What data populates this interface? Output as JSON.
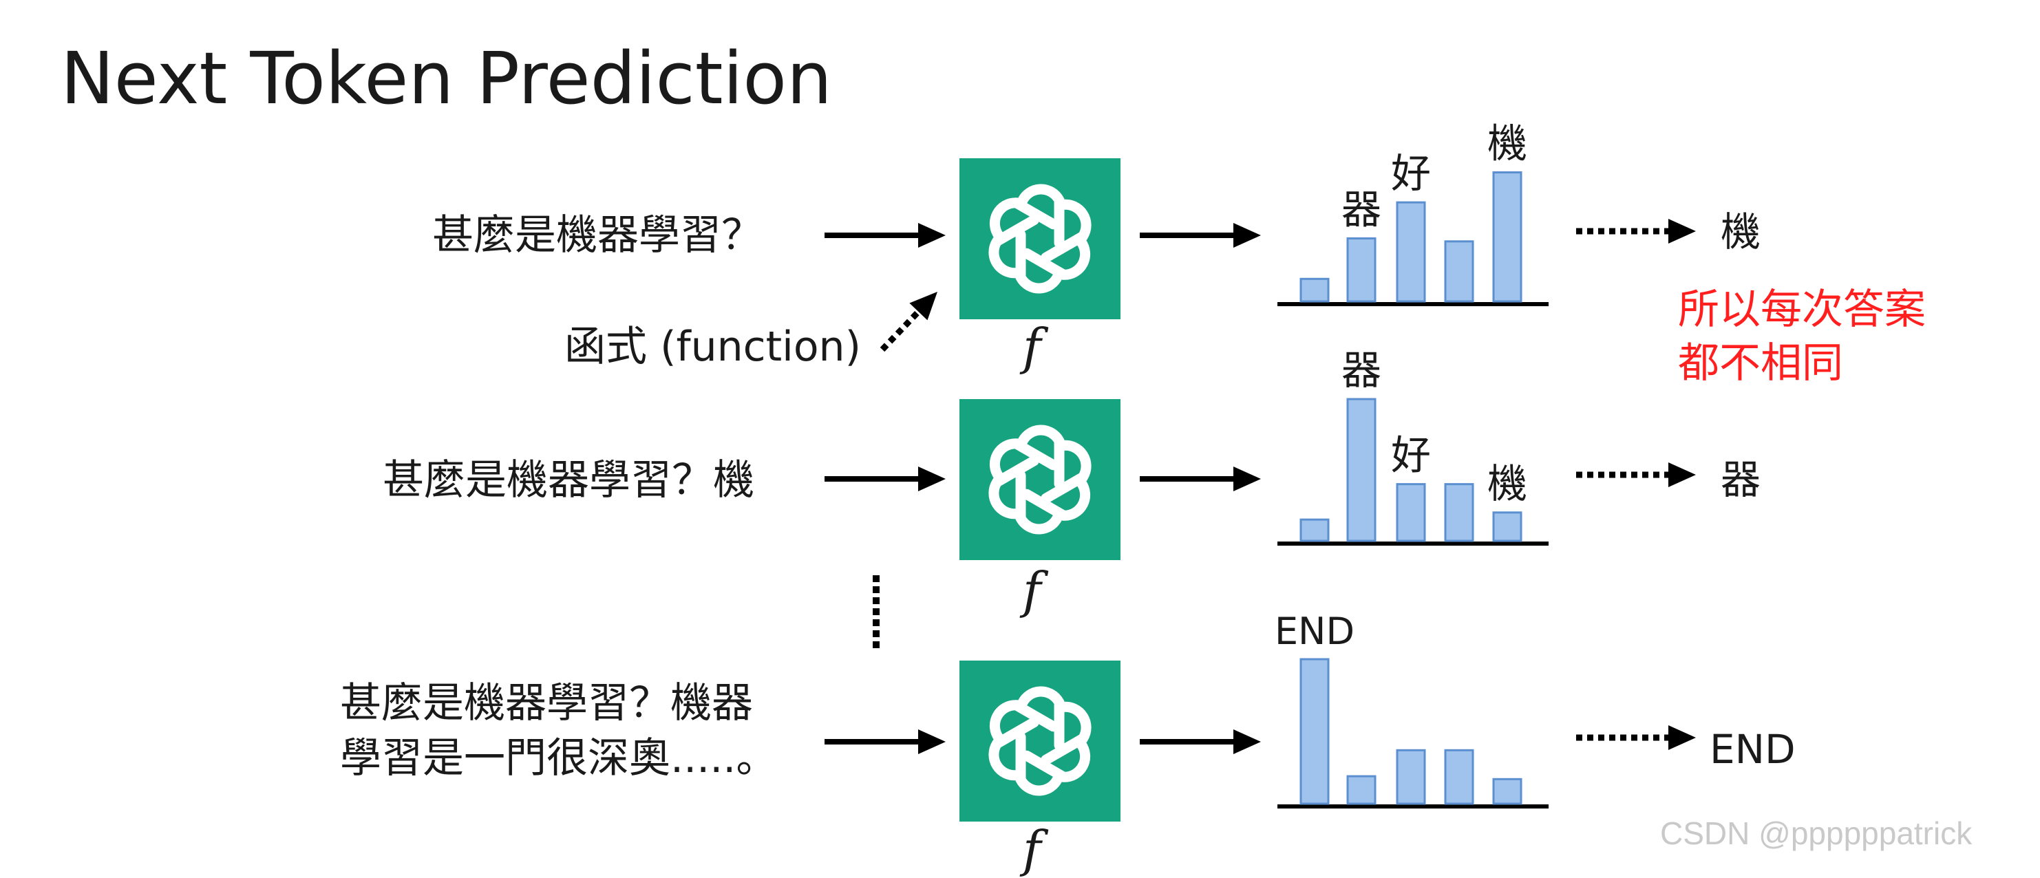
{
  "title": "Next Token Prediction",
  "rows": [
    {
      "prompt_lines": [
        "甚麼是機器學習？"
      ],
      "function_symbol": "f",
      "bars": [
        0.15,
        0.42,
        0.66,
        0.4,
        0.86
      ],
      "bar_labels": [
        {
          "bar": 1,
          "text": "器"
        },
        {
          "bar": 2,
          "text": "好"
        },
        {
          "bar": 4,
          "text": "機"
        }
      ],
      "output_token": "機"
    },
    {
      "prompt_lines": [
        "甚麼是機器學習？機"
      ],
      "function_symbol": "f",
      "bars": [
        0.15,
        1.0,
        0.4,
        0.4,
        0.2
      ],
      "bar_labels": [
        {
          "bar": 1,
          "text": "器"
        },
        {
          "bar": 2,
          "text": "好"
        },
        {
          "bar": 4,
          "text": "機"
        }
      ],
      "output_token": "器"
    },
    {
      "prompt_lines": [
        "甚麼是機器學習？機器",
        "學習是一門很深奧.....。"
      ],
      "function_symbol": "f",
      "bars": [
        1.0,
        0.19,
        0.37,
        0.37,
        0.17
      ],
      "bar_labels": [
        {
          "bar": 0,
          "text": "END"
        }
      ],
      "output_token": "END"
    }
  ],
  "function_label": "函式 (function)",
  "note_lines": [
    "所以每次答案",
    "都不相同"
  ],
  "watermark": "CSDN @ppppppatrick",
  "icon_name": "openai-logo-icon",
  "colors": {
    "box": "#16a37f",
    "bar_fill": "#9fc3ec",
    "bar_stroke": "#5b8fd0",
    "note": "#ff1f1f"
  }
}
